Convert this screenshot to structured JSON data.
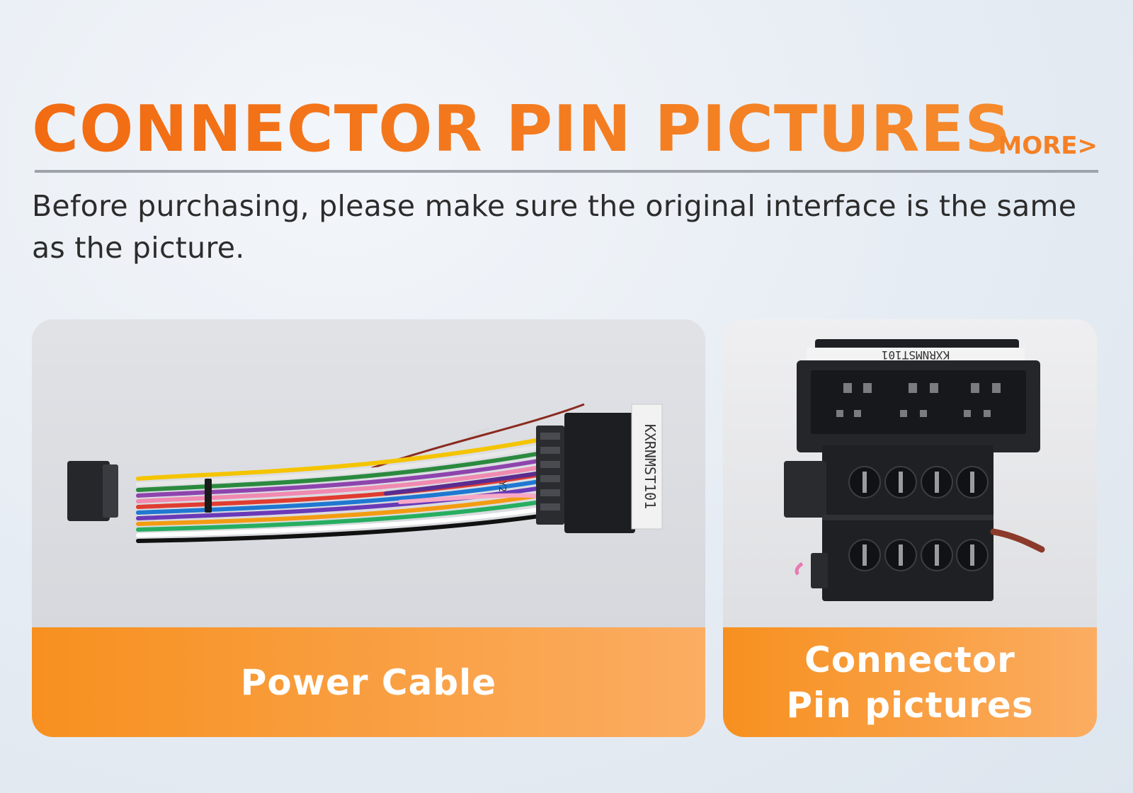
{
  "header": {
    "title": "CONNECTOR PIN PICTURES",
    "more_label": "MORE>"
  },
  "intro": {
    "text": "Before purchasing, please make sure the original interface is the same as the picture."
  },
  "cards": [
    {
      "caption": "Power Cable",
      "label_on_connector": "KXRNMST101",
      "tag": "Y2"
    },
    {
      "caption_line1": "Connector",
      "caption_line2": "Pin pictures",
      "label_on_connector": "KXRNMST101"
    }
  ],
  "colors": {
    "title_orange": "#f26b12",
    "caption_orange_start": "#f7901f",
    "caption_orange_end": "#fbad62",
    "divider_gray": "#9ea3aa",
    "body_text": "#2c2c2c"
  }
}
